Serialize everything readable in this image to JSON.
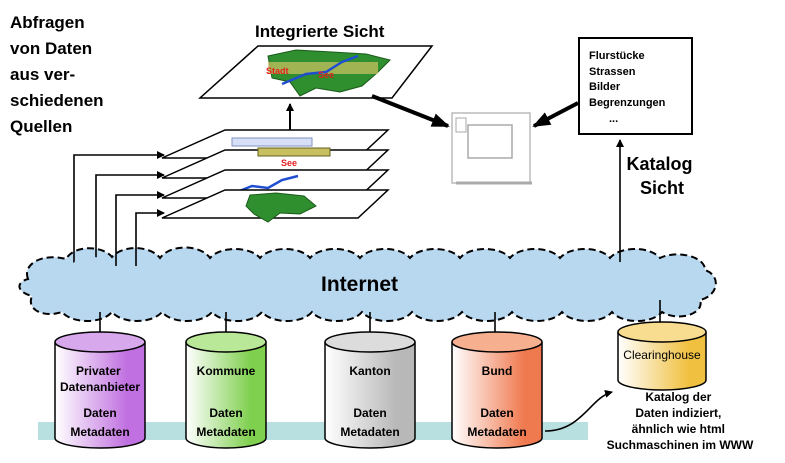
{
  "headline": [
    "Abfragen",
    "von Daten",
    "aus ver-",
    "schiedenen",
    "Quellen"
  ],
  "integrated_view": {
    "title": "Integrierte Sicht",
    "map_labels": [
      "Stadt",
      "See"
    ]
  },
  "layer_labels": {
    "see": "See"
  },
  "catalog_box": {
    "items": [
      "Flurstücke",
      "Strassen",
      "Bilder",
      "Begrenzungen",
      "..."
    ]
  },
  "catalog_view_label": [
    "Katalog",
    "Sicht"
  ],
  "internet_label": "Internet",
  "sources": [
    {
      "name": [
        "Privater",
        "Datenanbieter"
      ],
      "data": "Daten",
      "meta": "Metadaten",
      "color": "#c070e0"
    },
    {
      "name": [
        "Kommune"
      ],
      "data": "Daten",
      "meta": "Metadaten",
      "color": "#80d050"
    },
    {
      "name": [
        "Kanton"
      ],
      "data": "Daten",
      "meta": "Metadaten",
      "color": "#b8b8b8"
    },
    {
      "name": [
        "Bund"
      ],
      "data": "Daten",
      "meta": "Metadaten",
      "color": "#f07a50"
    }
  ],
  "clearinghouse": {
    "label": "Clearinghouse",
    "color": "#f0c040"
  },
  "clearinghouse_note": [
    "Katalog der",
    "Daten indiziert,",
    "ähnlich wie html",
    "Suchmaschinen im WWW"
  ],
  "colors": {
    "cloud": "#b8d8f0",
    "metadata_band": "#b8e0e0",
    "map_green": "#2f8f2f",
    "river": "#1f4fd0",
    "label_red": "#e02020"
  }
}
